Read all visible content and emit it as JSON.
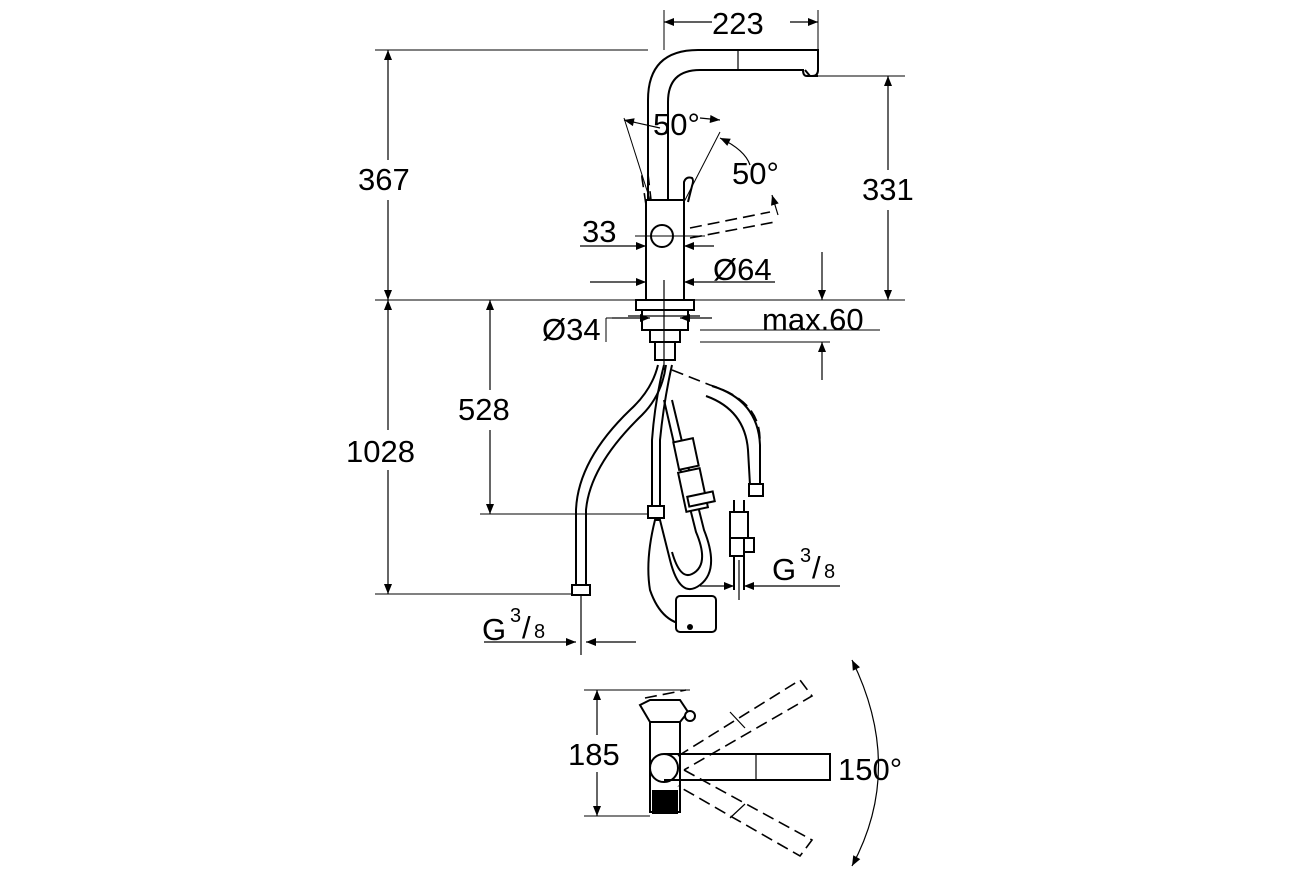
{
  "dimensions": {
    "spout_reach": "223",
    "total_height": "367",
    "spout_height": "331",
    "lever_angle_front": "50°",
    "lever_angle_side": "50°",
    "lever_offset": "33",
    "body_diameter": "Ø64",
    "hole_diameter": "Ø34",
    "max_deck_thickness": "max.60",
    "hose_length_fixed": "528",
    "hose_length_total": "1028",
    "connection_thread_left": {
      "g": "G",
      "num": "3",
      "den": "8"
    },
    "connection_thread_right": {
      "g": "G",
      "num": "3",
      "den": "8"
    },
    "plan_depth": "185",
    "swivel_angle": "150°"
  }
}
